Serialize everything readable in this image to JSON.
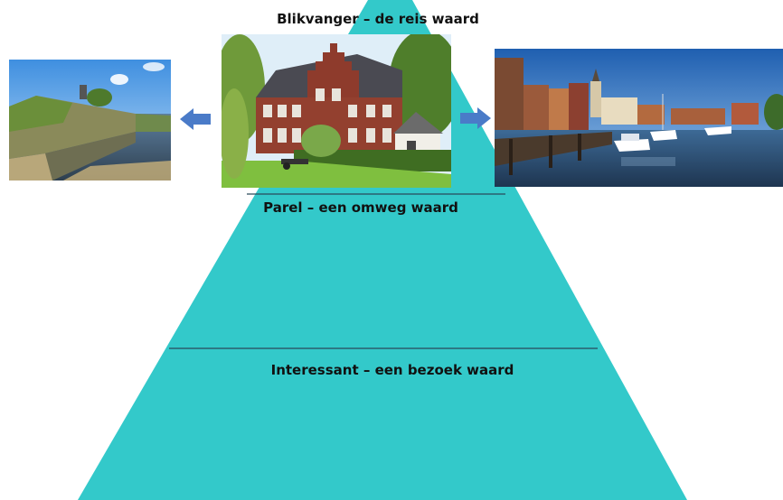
{
  "pyramid": {
    "color": "#33C9CA",
    "line_color": "#2a4a5a",
    "tiers": [
      {
        "label": "Blikvanger – de reis waard"
      },
      {
        "label": "Parel – een omweg waard"
      },
      {
        "label": "Interessant – een bezoek waard"
      }
    ]
  },
  "photos": {
    "left": {
      "subject": "fortress-wall-by-moat"
    },
    "center": {
      "subject": "stepped-gable-brick-building-with-cannon"
    },
    "right": {
      "subject": "harbour-with-boats"
    }
  },
  "arrows": {
    "color": "#4A7BC8"
  }
}
